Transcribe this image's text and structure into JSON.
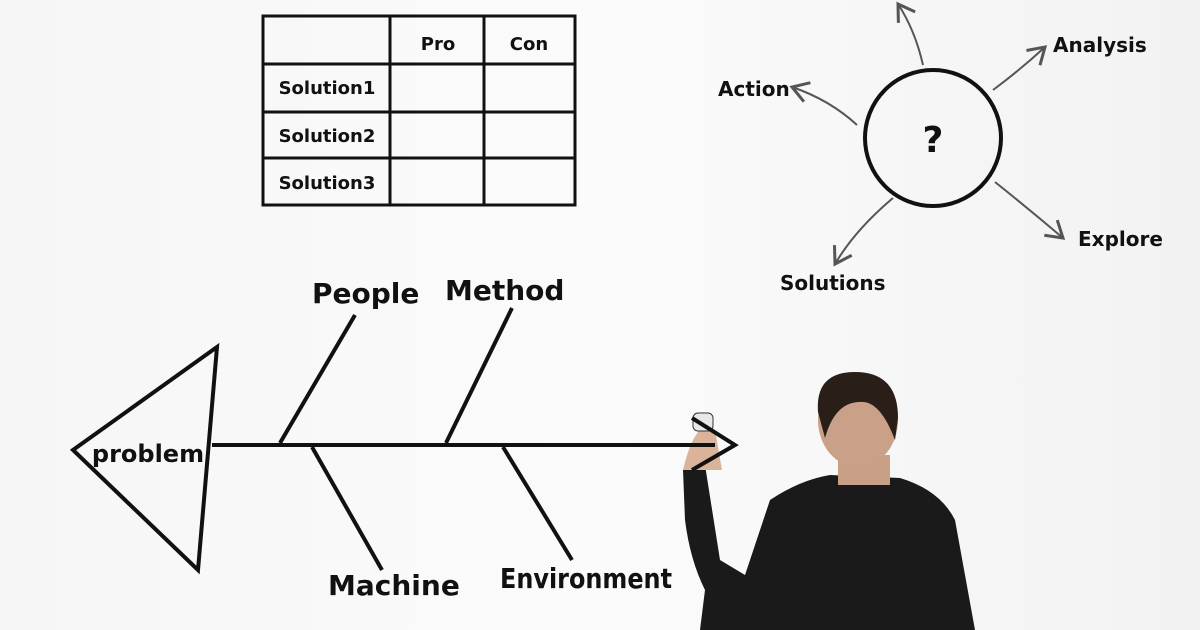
{
  "decision_table": {
    "headers": [
      "",
      "Pro",
      "Con"
    ],
    "rows": [
      "Solution1",
      "Solution2",
      "Solution3"
    ]
  },
  "mind_map": {
    "center": "?",
    "branches": [
      "Analysis",
      "Action",
      "Explore",
      "Solutions"
    ]
  },
  "fishbone": {
    "head": "problem",
    "causes_top": [
      "People",
      "Method"
    ],
    "causes_bottom": [
      "Machine",
      "Environment"
    ]
  },
  "colors": {
    "ink": "#111111",
    "suit": "#1a1a1a",
    "board": "#f8f8f8"
  }
}
